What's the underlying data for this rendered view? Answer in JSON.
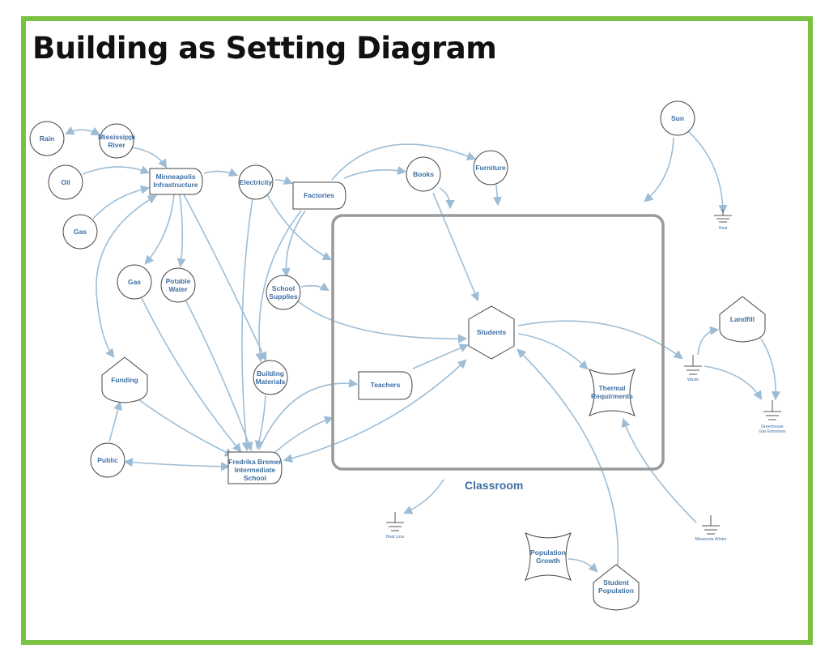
{
  "title": "Building as Setting Diagram",
  "colors": {
    "frame": "#7cc242",
    "node_text": "#3d6fa3",
    "edge": "#9dbdd6",
    "classroom_border": "#9a9a9a"
  },
  "region": {
    "label": "Classroom"
  },
  "nodes": {
    "rain": "Rain",
    "mississippi_river": [
      "Mississippi",
      "River"
    ],
    "oil": "Oil",
    "gas_source": "Gas",
    "minneapolis_infrastructure": [
      "Minneapolis",
      "Infrastructure"
    ],
    "electricity": "Electricity",
    "factories": "Factories",
    "books": "Books",
    "furniture": "Furniture",
    "sun": "Sun",
    "heat": "Heat",
    "gas": "Gas",
    "potable_water": [
      "Potable",
      "Water"
    ],
    "school_supplies": [
      "School",
      "Supplies"
    ],
    "students": "Students",
    "landfill": "Landfill",
    "funding": "Funding",
    "building_materials": [
      "Building",
      "Materials"
    ],
    "teachers": "Teachers",
    "thermal_requirements": [
      "Thermal",
      "Requirments"
    ],
    "waste": "Waste",
    "greenhouse_gas_emissions": [
      "Greenhouse",
      "Gas Emissions"
    ],
    "public": "Public",
    "fredrika_bremer": [
      "Fredrika Bremer",
      "Intermediate",
      "School"
    ],
    "heat_loss": "Heat Loss",
    "minnesota_winter": "Minnesota Winter",
    "population_growth": [
      "Population",
      "Growth"
    ],
    "student_population": [
      "Student",
      "Population"
    ]
  }
}
